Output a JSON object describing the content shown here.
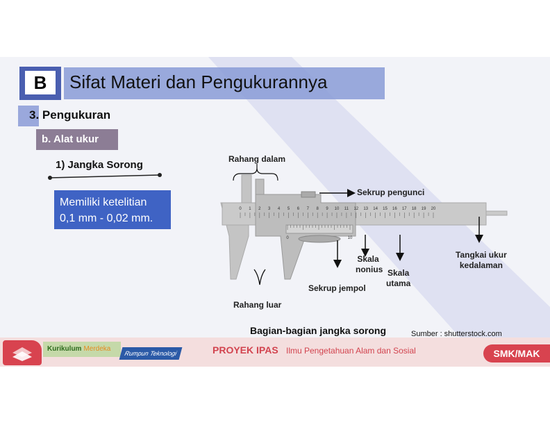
{
  "section": {
    "letter": "B",
    "title": "Sifat Materi dan Pengukurannya"
  },
  "subsection": {
    "label": "3. Pengukuran"
  },
  "subsubsection": {
    "label": "b. Alat ukur"
  },
  "item": {
    "label": "1) Jangka Sorong"
  },
  "note": {
    "line1": "Memiliki ketelitian",
    "line2": "0,1 mm - 0,02 mm."
  },
  "diagram": {
    "labels": {
      "rahang_dalam": "Rahang dalam",
      "sekrup_pengunci": "Sekrup pengunci",
      "skala_nonius_1": "Skala",
      "skala_nonius_2": "nonius",
      "skala_utama_1": "Skala",
      "skala_utama_2": "utama",
      "tangkai_1": "Tangkai ukur",
      "tangkai_2": "kedalaman",
      "sekrup_jempol": "Sekrup jempol",
      "rahang_luar": "Rahang luar"
    },
    "scale_numbers": [
      "0",
      "1",
      "2",
      "3",
      "4",
      "5",
      "6",
      "7",
      "8",
      "9",
      "10",
      "11",
      "12",
      "13",
      "14",
      "15",
      "16",
      "17",
      "18",
      "19",
      "20"
    ],
    "vernier_numbers": [
      "0",
      "10"
    ]
  },
  "caption": "Bagian-bagian jangka sorong",
  "source": "Sumber : shutterstock.com",
  "footer": {
    "kurikulum": "Kurikulum",
    "merdeka": "Merdeka",
    "rumpun": "Rumpun Teknologi",
    "proyek": "PROYEK IPAS",
    "ipas_sub": "Ilmu Pengetahuan Alam dan Sosial",
    "badge": "SMK/MAK"
  },
  "colors": {
    "accent_blue": "#4a5fb0",
    "title_bar": "#8a9bd7",
    "note_box": "#3f63c4",
    "footer_red": "#d8434f",
    "caliper_gray": "#c8c8c8"
  }
}
